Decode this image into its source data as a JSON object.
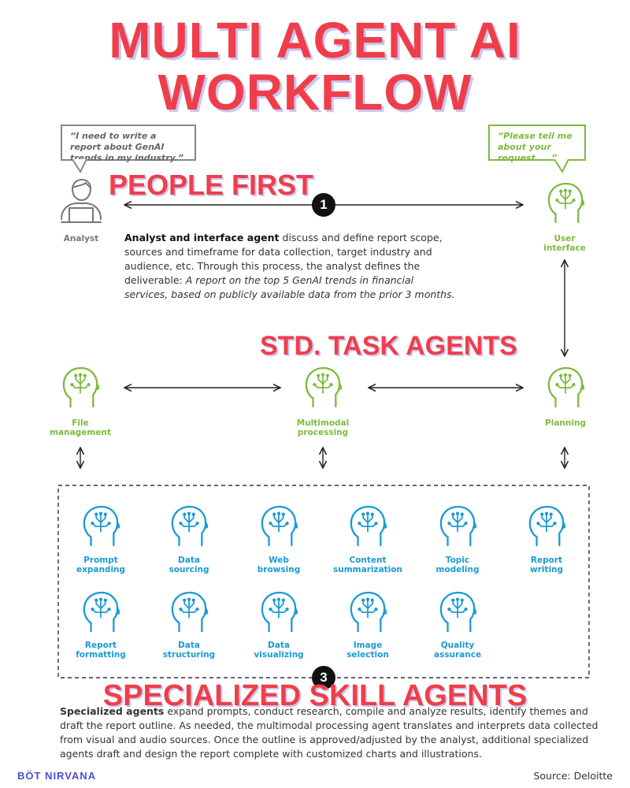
{
  "title": {
    "line1": "MULTI AGENT AI",
    "line2": "WORKFLOW"
  },
  "sections": {
    "people_first": "PEOPLE FIRST",
    "std_task_agents": "STD. TASK AGENTS",
    "specialized_skill_agents": "SPECIALIZED SKILL AGENTS"
  },
  "analyst": {
    "bubble": "“I need to write a report about GenAI trends in my industry.”",
    "label": "Analyst"
  },
  "user_interface": {
    "bubble": "“Please tell me about your request ....”",
    "label": "User\ninterface"
  },
  "step_badges": {
    "step1": "1",
    "step3": "3"
  },
  "description1": {
    "bold": "Analyst and interface agent",
    "text": " discuss and define report scope, sources and timeframe for data collection, target industry and audience, etc. Through this process, the analyst defines the deliverable: ",
    "italic": "A report on the top 5 GenAI trends in financial services, based on publicly available data from the prior 3 months."
  },
  "std_agents": [
    {
      "label": "File\nmanagement"
    },
    {
      "label": "Multimodal\nprocessing"
    },
    {
      "label": "Planning"
    }
  ],
  "specialized_agents_row1": [
    {
      "label": "Prompt\nexpanding"
    },
    {
      "label": "Data\nsourcing"
    },
    {
      "label": "Web\nbrowsing"
    },
    {
      "label": "Content\nsummarization"
    },
    {
      "label": "Topic\nmodeling"
    },
    {
      "label": "Report\nwriting"
    }
  ],
  "specialized_agents_row2": [
    {
      "label": "Report\nformatting"
    },
    {
      "label": "Data\nstructuring"
    },
    {
      "label": "Data\nvisualizing"
    },
    {
      "label": "Image\nselection"
    },
    {
      "label": "Quality\nassurance"
    }
  ],
  "description3": {
    "bold": "Specialized agents",
    "text": " expand prompts, conduct research, compile and analyze results, identify themes and draft the report outline. As needed, the multimodal processing agent translates and interprets data collected from visual and audio sources. Once the outline is approved/adjusted by the analyst, additional specialized agents draft and design the report complete with customized charts and illustrations."
  },
  "footer": {
    "logo": "BÖT NIRVANA",
    "source": "Source: Deloitte"
  },
  "colors": {
    "title_red": "#ef3e4a",
    "shadow_lavender": "#c8c6f2",
    "agent_green": "#7dbb3c",
    "agent_blue": "#1a9ad6",
    "gray": "#888888"
  }
}
